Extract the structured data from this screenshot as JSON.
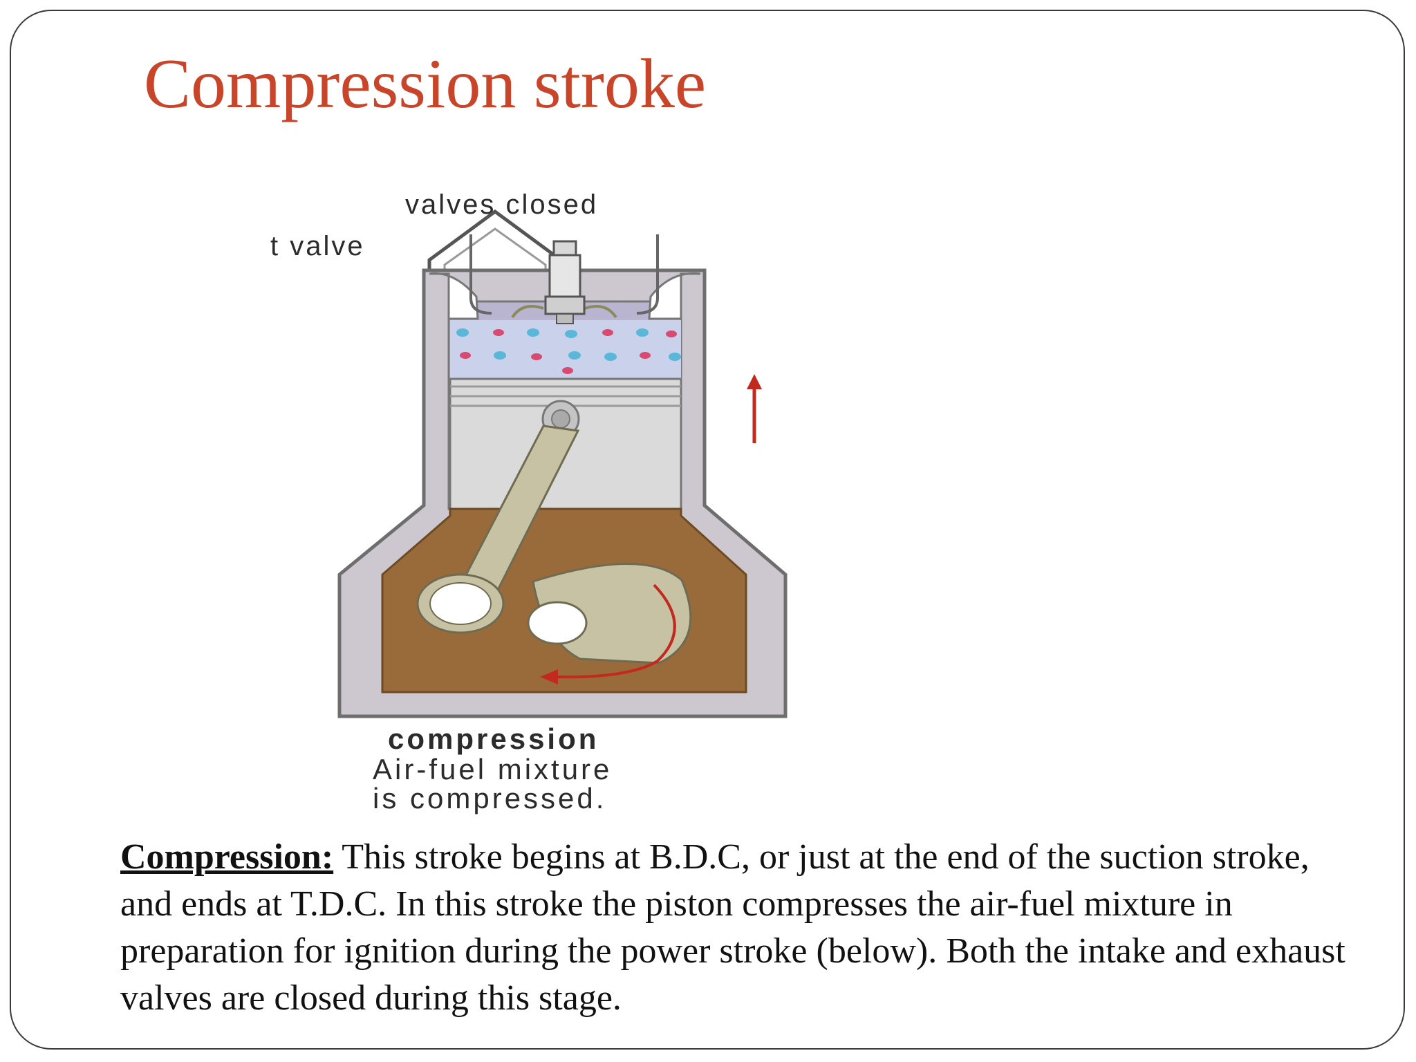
{
  "slide": {
    "title": "Compression stroke",
    "diagram": {
      "label_valves": "valves closed",
      "label_valve_partial": "t valve",
      "caption_title": "compression",
      "caption_line1": "Air-fuel mixture",
      "caption_line2": "is compressed.",
      "colors": {
        "cylinder": "#cdc8cf",
        "chamber": "#c9d2ea",
        "piston": "#dadada",
        "crankcase": "#9a6b3a",
        "rod": "#c6c2a3",
        "arrow": "#c22a1f"
      }
    },
    "body": {
      "term": "Compression:",
      "text": " This stroke begins at B.D.C, or just at the end of the suction stroke, and ends at T.D.C. In this stroke the piston compresses the air-fuel mixture in preparation for ignition during the power stroke (below). Both the intake and exhaust valves are closed during this stage."
    }
  }
}
